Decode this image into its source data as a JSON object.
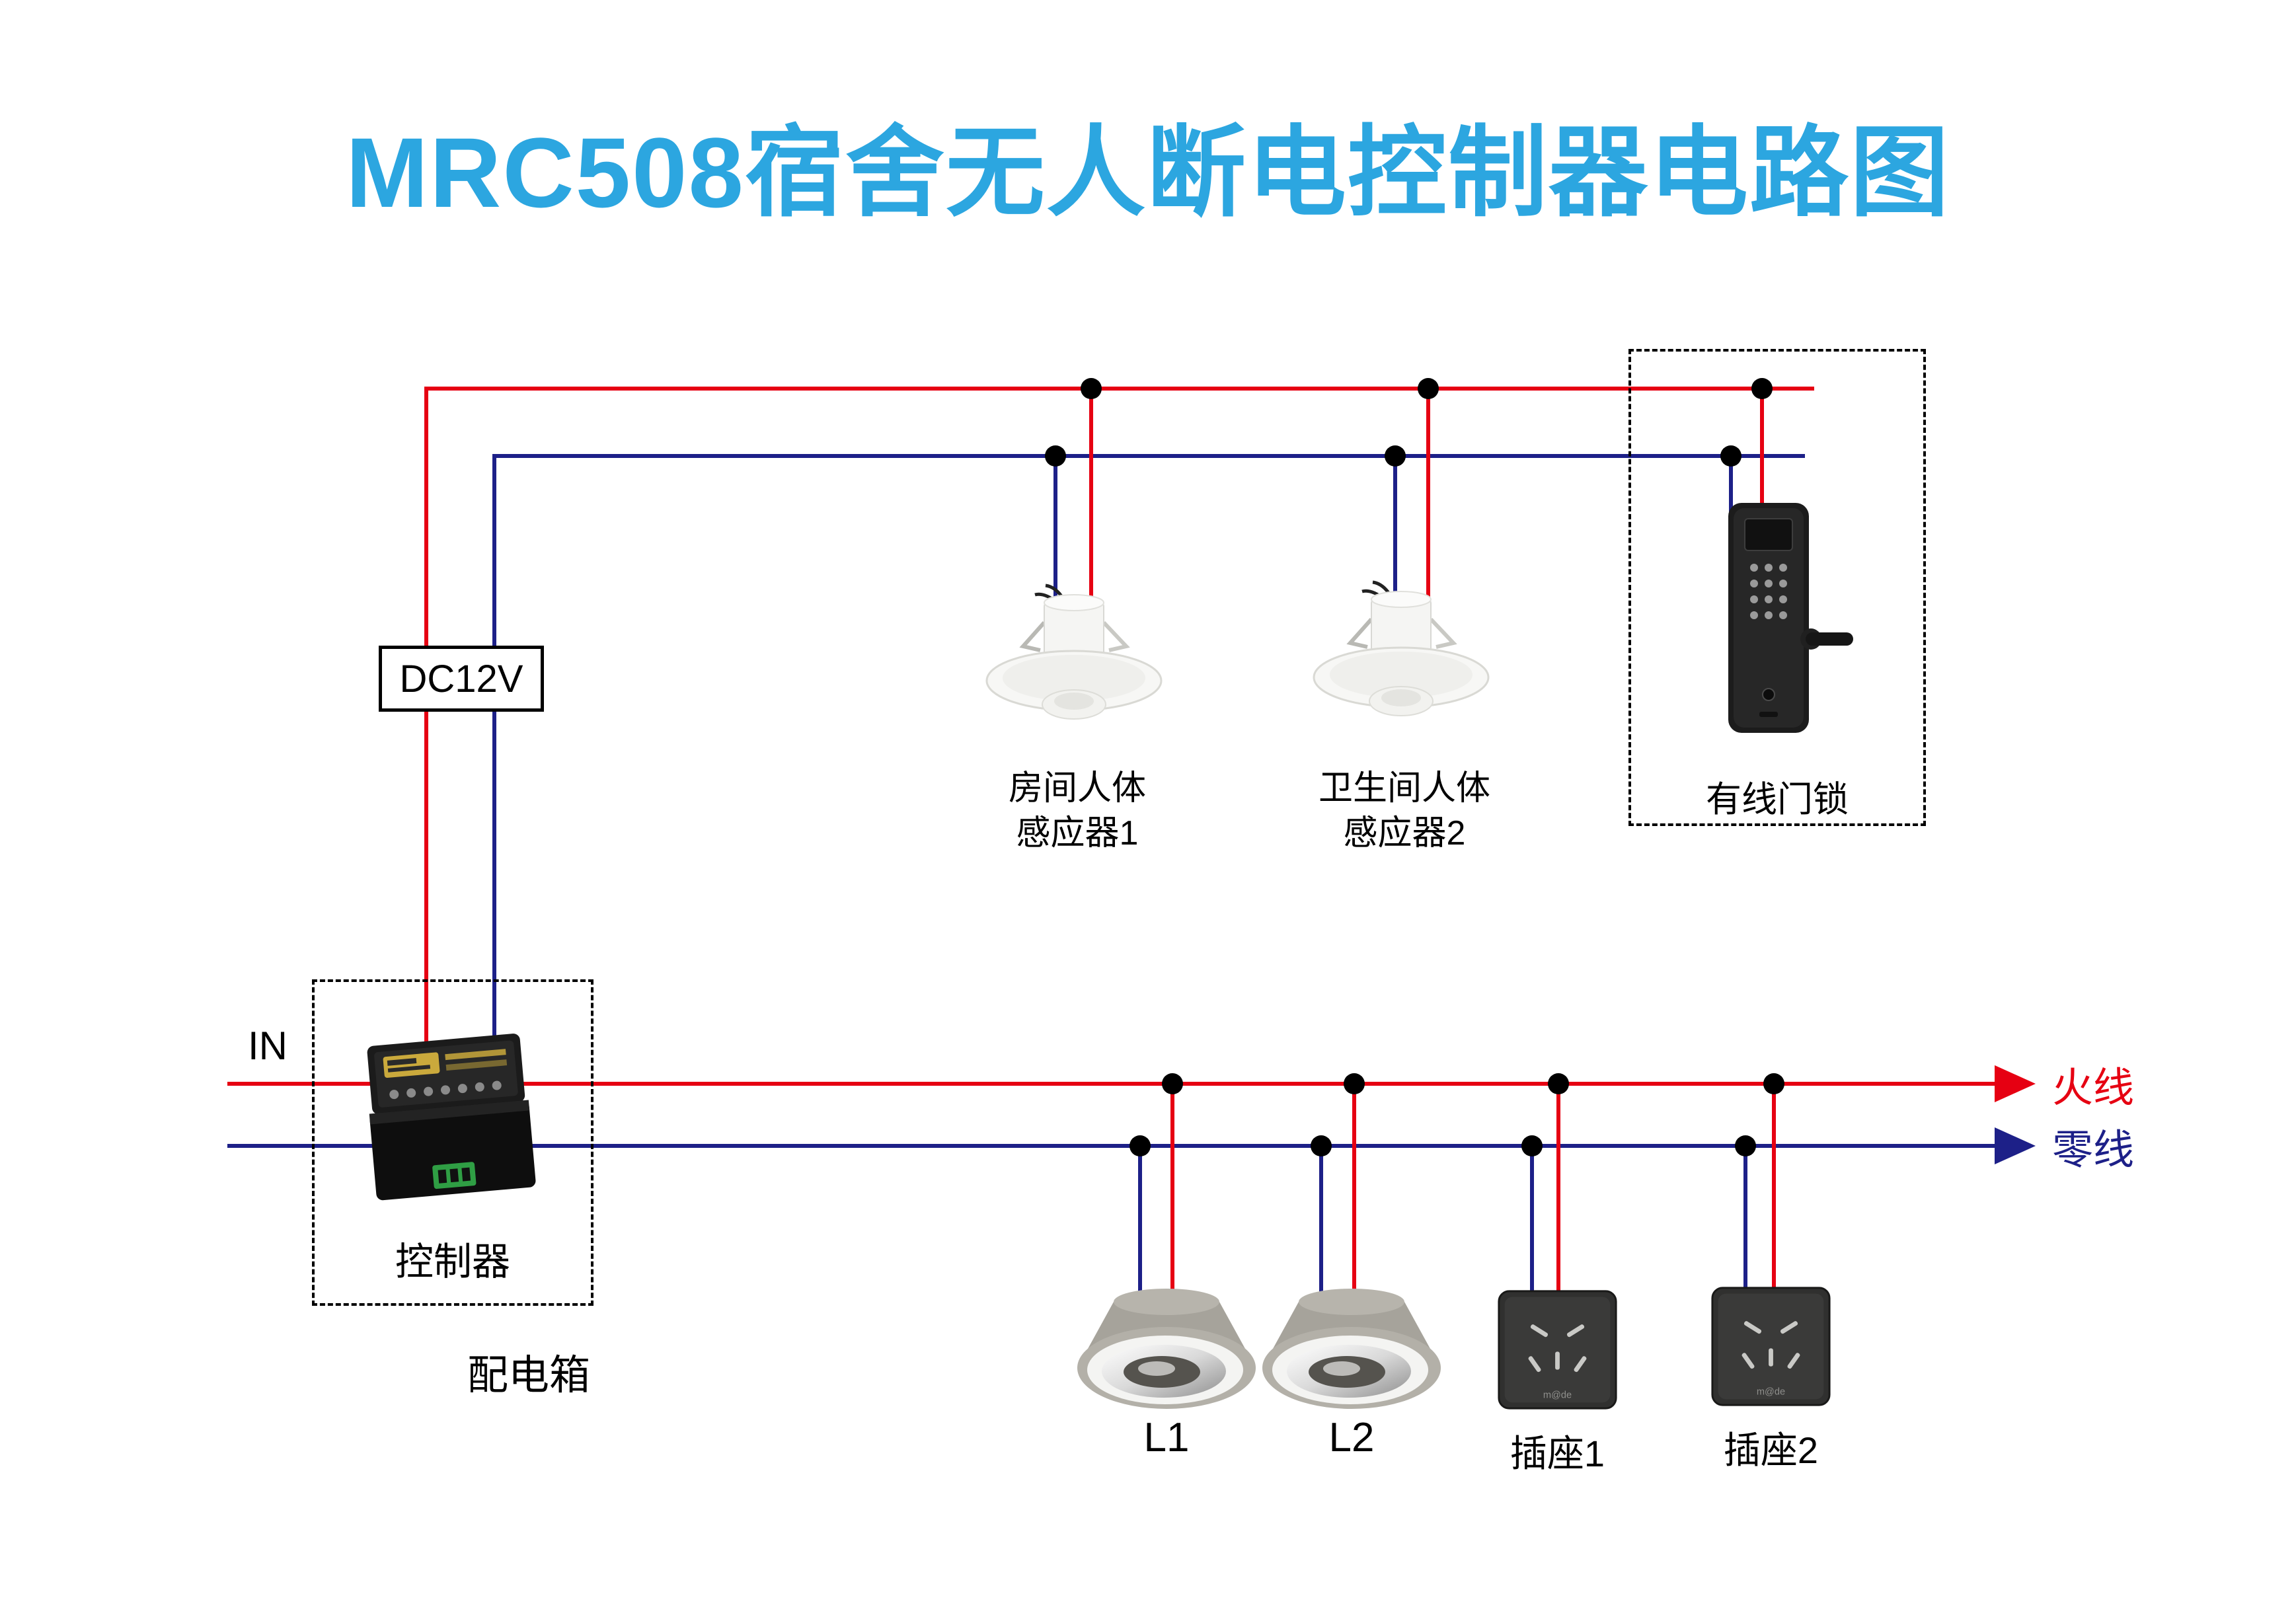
{
  "title": "MRC508宿舍无人断电控制器电路图",
  "colors": {
    "live": "#e60012",
    "neutral": "#1d2088",
    "title": "#2ca6e0"
  },
  "labels": {
    "input": "IN",
    "dc_power": "DC12V",
    "controller": "控制器",
    "distribution_box": "配电箱",
    "door_lock": "有线门锁",
    "live_wire": "火线",
    "neutral_wire": "零线"
  },
  "sensors": [
    {
      "line1": "房间人体",
      "line2": "感应器1"
    },
    {
      "line1": "卫生间人体",
      "line2": "感应器2"
    }
  ],
  "loads": {
    "light1": "L1",
    "light2": "L2",
    "socket1": "插座1",
    "socket2": "插座2"
  },
  "brand": "m@de"
}
